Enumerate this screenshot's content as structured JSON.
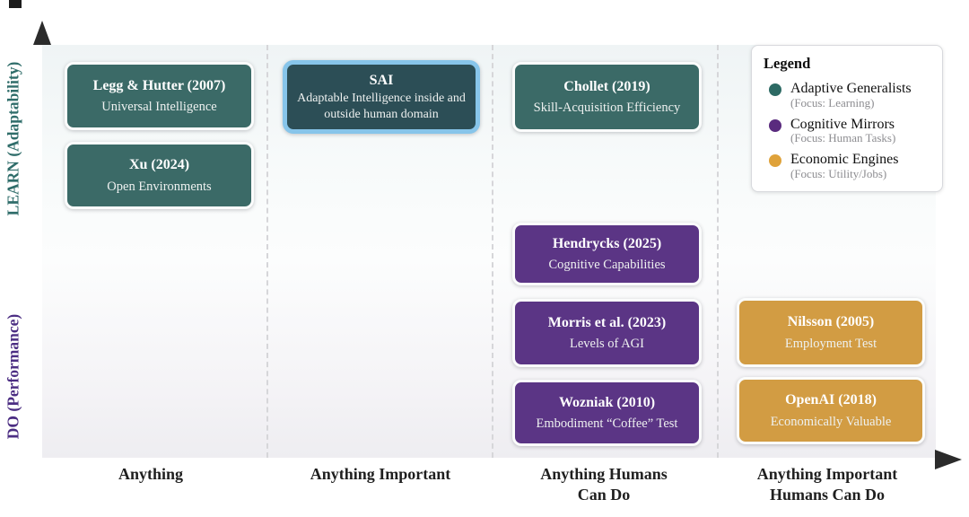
{
  "axes": {
    "y_top_label": "LEARN (Adaptability)",
    "y_bottom_label": "DO (Performance)",
    "x_labels": [
      {
        "text": "Anything"
      },
      {
        "text": "Anything Important"
      },
      {
        "text": "Anything Humans\nCan Do"
      },
      {
        "text": "Anything Important\nHumans Can Do"
      }
    ]
  },
  "colors": {
    "adaptive_generalists": "#3b6a67",
    "cognitive_mirrors": "#5b3585",
    "economic_engines": "#d29c43",
    "sai_fill": "#2c4e56",
    "sai_border": "#87c5ea",
    "learn_axis_label": "#2f6d6a",
    "do_axis_label": "#4c2e83"
  },
  "boxes": [
    {
      "title": "Legg & Hutter (2007)",
      "subtitle": "Universal Intelligence",
      "category": "Adaptive Generalists"
    },
    {
      "title": "Xu (2024)",
      "subtitle": "Open Environments",
      "category": "Adaptive Generalists"
    },
    {
      "title": "SAI",
      "subtitle": "Adaptable Intelligence inside and outside human domain",
      "category": "Adaptive Generalists",
      "highlighted": true
    },
    {
      "title": "Chollet (2019)",
      "subtitle": "Skill-Acquisition Efficiency",
      "category": "Adaptive Generalists"
    },
    {
      "title": "Hendrycks (2025)",
      "subtitle": "Cognitive Capabilities",
      "category": "Cognitive Mirrors"
    },
    {
      "title": "Morris et al. (2023)",
      "subtitle": "Levels of AGI",
      "category": "Cognitive Mirrors"
    },
    {
      "title": "Wozniak (2010)",
      "subtitle": "Embodiment “Coffee” Test",
      "category": "Cognitive Mirrors"
    },
    {
      "title": "Nilsson (2005)",
      "subtitle": "Employment Test",
      "category": "Economic Engines"
    },
    {
      "title": "OpenAI (2018)",
      "subtitle": "Economically Valuable",
      "category": "Economic Engines"
    }
  ],
  "legend": {
    "title": "Legend",
    "items": [
      {
        "label": "Adaptive Generalists",
        "focus": "(Focus: Learning)",
        "color": "#2d6a64"
      },
      {
        "label": "Cognitive Mirrors",
        "focus": "(Focus: Human Tasks)",
        "color": "#5a2b7e"
      },
      {
        "label": "Economic Engines",
        "focus": "(Focus: Utility/Jobs)",
        "color": "#dfa23a"
      }
    ]
  }
}
